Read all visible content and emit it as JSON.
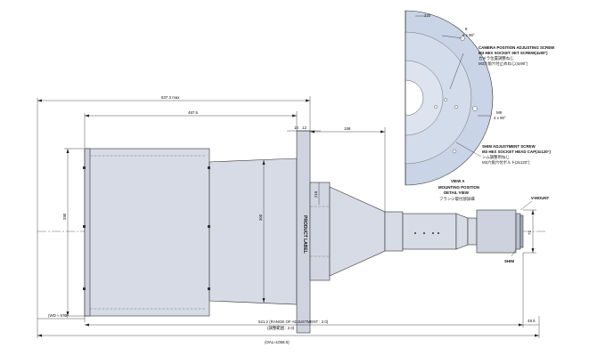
{
  "dimensions": {
    "overall_top": "837.3 max",
    "lens_body": "487.5",
    "flange_a": "10",
    "flange_b": "12",
    "front_section": "158",
    "diameter_front": "390",
    "diameter_mid": "300",
    "diameter_small": "215",
    "diameter_mount": "72",
    "circle_top": "320",
    "shim_bottom": "48.5",
    "wd_left": "(WD ≈ 670)",
    "range_line1": "521.2 (RANGE OF ADJUSTMENT : 2.0)",
    "range_line2": "(調整範囲 : 2.0)",
    "overall_bottom": "(OAL≈1058.6)"
  },
  "labels": {
    "product_label": "PRODUCT LABEL",
    "v_mount": "V-MOUNT",
    "shim": "SHIM",
    "view_a": "VIEW A",
    "mounting_position_1": "MOUNTING POSITION",
    "mounting_position_2": "DETAIL VIEW",
    "mounting_position_jp": "フランジ取付部詳細",
    "hole_a_1": "8",
    "hole_a_2": "4 x 90°",
    "hole_b_1": "M8",
    "hole_b_2": "4 x 90°",
    "camera_screw_1": "CAMERA POSITION ADJUSTING SCREW",
    "camera_screw_2": "M3 HEX SOCKET SET SCREW(4x90°)",
    "camera_screw_3": "カメラ位置調整ねじ",
    "camera_screw_4": "M3六角穴付止めねじ(4x90°)",
    "shim_screw_1": "SHIM ADJUSTMENT SCREW",
    "shim_screw_2": "M3 HEX SOCKET HEAD CAP(3x120°)",
    "shim_screw_3": "シム調整用ねじ",
    "shim_screw_4": "M3六角穴付ボルト(3x120°)"
  }
}
